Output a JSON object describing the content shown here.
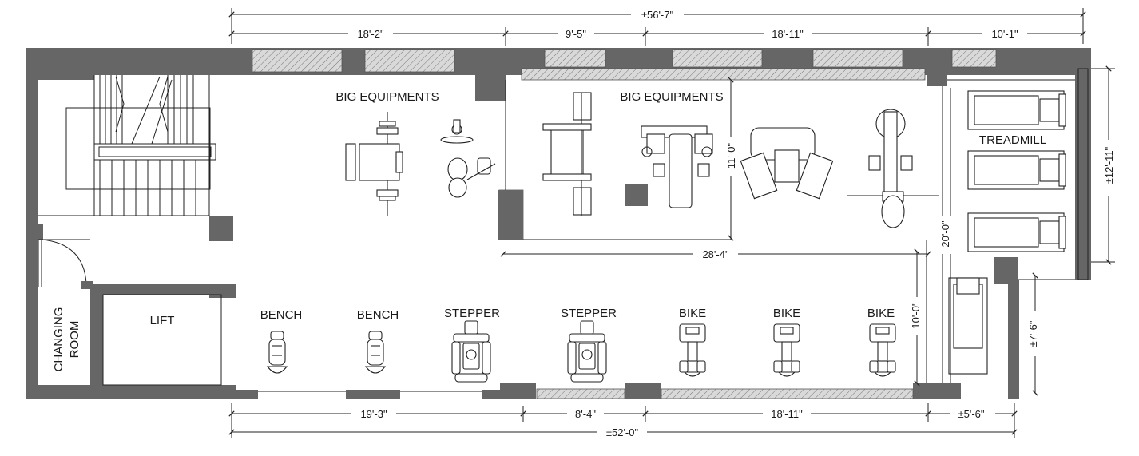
{
  "labels": {
    "big_equipments_left": "BIG EQUIPMENTS",
    "big_equipments_right": "BIG EQUIPMENTS",
    "treadmill": "TREADMILL",
    "lift": "LIFT",
    "changing_room_line1": "CHANGING",
    "changing_room_line2": "ROOM",
    "bench_1": "BENCH",
    "bench_2": "BENCH",
    "stepper_1": "STEPPER",
    "stepper_2": "STEPPER",
    "bike_1": "BIKE",
    "bike_2": "BIKE",
    "bike_3": "BIKE"
  },
  "dimensions": {
    "top_overall": "±56'-7\"",
    "top_seg_1": "18'-2\"",
    "top_seg_2": "9'-5\"",
    "top_seg_3": "18'-11\"",
    "top_seg_4": "10'-1\"",
    "right_height": "±12'-11\"",
    "inner_vertical_11": "11'-0\"",
    "inner_vertical_20": "20'-0\"",
    "inner_vertical_10": "10'-0\"",
    "inner_horizontal": "28'-4\"",
    "right_lower": "±7'-6\"",
    "bottom_seg_1": "19'-3\"",
    "bottom_seg_2": "8'-4\"",
    "bottom_seg_3": "18'-11\"",
    "bottom_seg_4": "±5'-6\"",
    "bottom_overall": "±52'-0\""
  },
  "colors": {
    "wall": "#666666",
    "line": "#222222",
    "background": "#ffffff"
  }
}
